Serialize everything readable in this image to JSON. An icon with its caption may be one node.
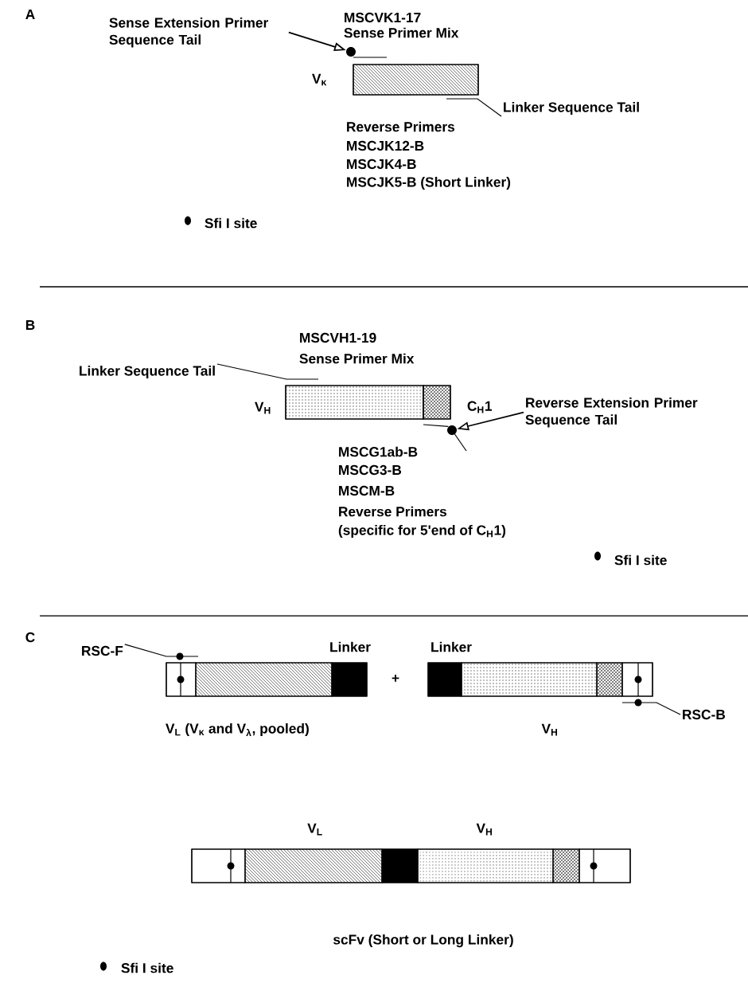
{
  "diagram": {
    "nodes": [
      {
        "text": [
          "Sense Extension Primer Sequence Tail"
        ]
      },
      {
        "text": [],
        "shape": "circle"
      },
      {
        "text": [
          "Linker Sequence Tail"
        ]
      },
      {
        "text": [],
        "shape": "bar",
        "beside": [
          "V$_{κ}$"
        ]
      },
      {
        "text": [
          "Linker Sequence Tail"
        ]
      },
      {
        "text": [],
        "shape": "bar",
        "beside": [
          "V$_{H}$"
        ]
      },
      {
        "text": [],
        "shape": "bar",
        "beside": [
          "C$_{H}$1"
        ]
      },
      {
        "text": [
          "Reverse Extension Primer Sequence Tail"
        ]
      },
      {
        "text": [],
        "shape": "circle"
      },
      {
        "text": [],
        "shape": "bar",
        "beside": [
          "Linker",
          "V$_{L}$ (V$_{κ}$ and V$_{λ}$, pooled)"
        ]
      },
      {
        "text": [],
        "shape": "bar",
        "beside": [
          "Linker",
          "V$_{H}$"
        ]
      },
      {
        "text": [
          "RSC-F"
        ]
      },
      {
        "text": [
          "RSC-B"
        ]
      },
      {
        "text": [],
        "shape": "bar",
        "beside": [
          "V$_{L}$",
          "V$_{H}$",
          "scFv (Short or Long Linker)"
        ]
      }
    ],
    "edges": [
      {
        "from": 0,
        "to": 1,
        "arrow": "to"
      },
      {
        "from": 2,
        "to": 3,
        "arrow": "none"
      },
      {
        "from": 4,
        "to": 5,
        "arrow": "none"
      },
      {
        "from": 7,
        "to": 8,
        "arrow": "to"
      },
      {
        "from": 11,
        "to": 9,
        "arrow": "none"
      },
      {
        "from": 12,
        "to": 10,
        "arrow": "none"
      },
      {
        "from": 8,
        "to": 6,
        "arrow": "none"
      }
    ],
    "labels": [
      "A",
      "MSCVK1-17",
      "Sense Primer Mix",
      "Reverse Primers",
      "MSCJK12-B",
      "MSCJK4-B",
      "MSCJK5-B (Short Linker)",
      "B",
      "MSCVH1-19",
      "Sense Primer Mix",
      "MSCG1ab-B",
      "MSCG3-B",
      "MSCM-B",
      "Reverse Primers",
      "(specific for 5'end of C$_{H}$1)",
      "C",
      "+"
    ],
    "legend": [
      {
        "text": "Sfi I site"
      },
      {
        "text": "Sfi I site"
      },
      {
        "text": "Sfi I site"
      }
    ]
  }
}
